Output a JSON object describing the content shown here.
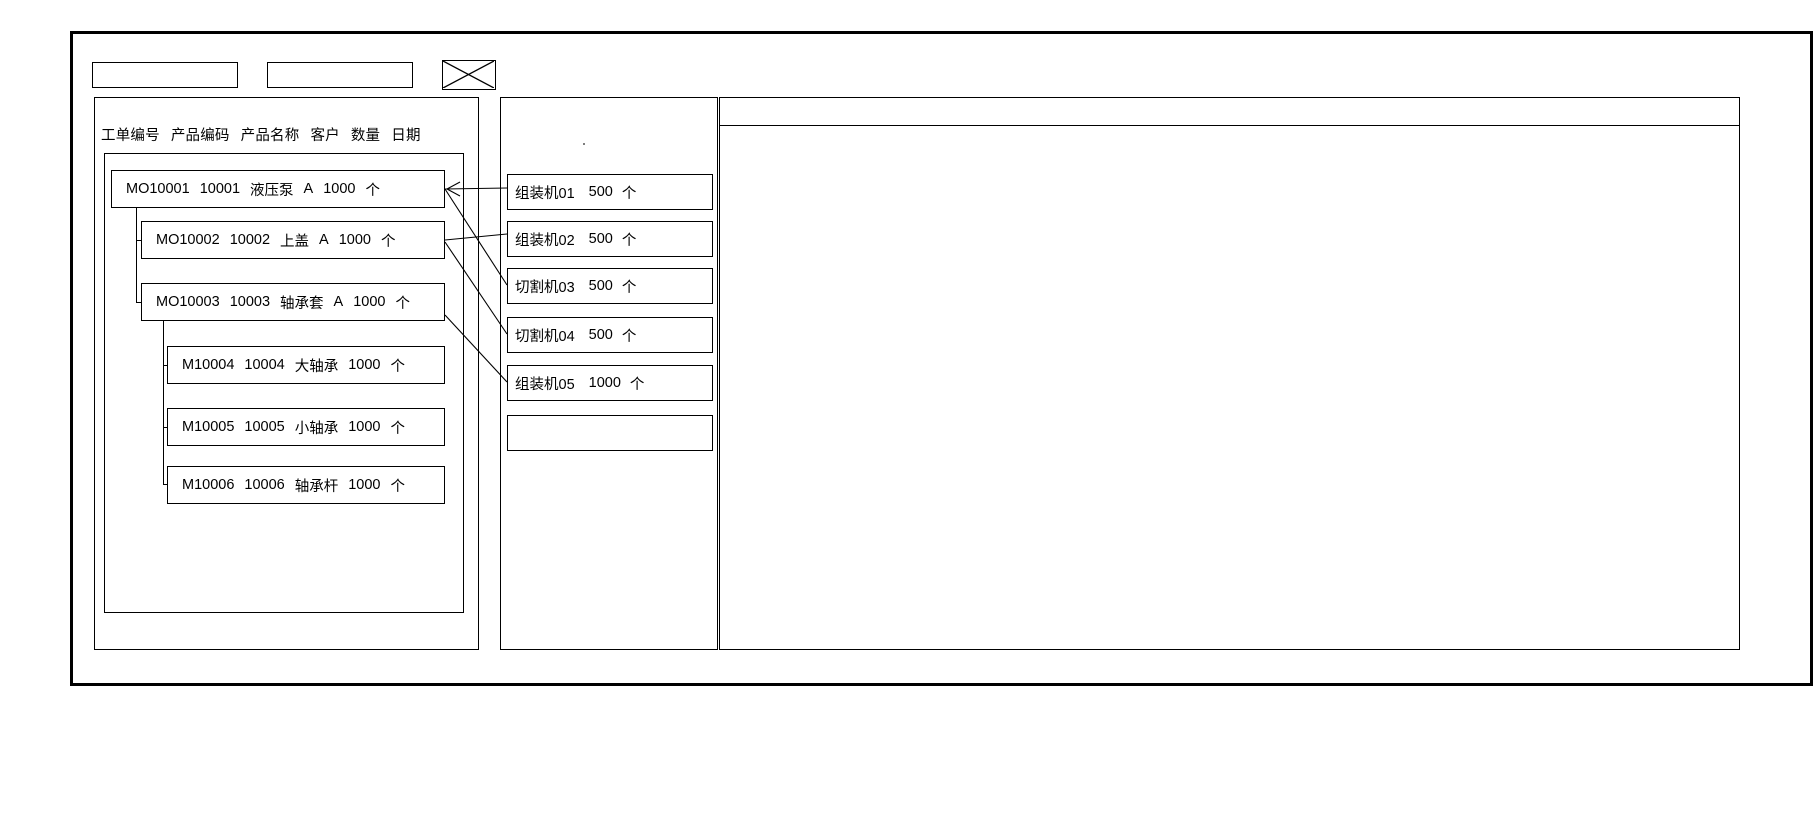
{
  "window": {
    "title": ""
  },
  "toolbar": {
    "field1_value": "",
    "field1_placeholder": "",
    "field2_value": "",
    "field2_placeholder": "",
    "image_placeholder_icon": "crossed-box-placeholder-icon"
  },
  "left_panel": {
    "columns": [
      "工单编号",
      "产品编码",
      "产品名称",
      "客户",
      "数量",
      "日期"
    ],
    "rows": [
      {
        "level": 0,
        "order_no": "MO10001",
        "product_code": "10001",
        "product_name": "液压泵",
        "customer": "A",
        "quantity": "1000",
        "unit": "个",
        "date": ""
      },
      {
        "level": 1,
        "order_no": "MO10002",
        "product_code": "10002",
        "product_name": "上盖",
        "customer": "A",
        "quantity": "1000",
        "unit": "个",
        "date": ""
      },
      {
        "level": 1,
        "order_no": "MO10003",
        "product_code": "10003",
        "product_name": "轴承套",
        "customer": "A",
        "quantity": "1000",
        "unit": "个",
        "date": ""
      },
      {
        "level": 2,
        "order_no": "M10004",
        "product_code": "10004",
        "product_name": "大轴承",
        "customer": "",
        "quantity": "1000",
        "unit": "个",
        "date": ""
      },
      {
        "level": 2,
        "order_no": "M10005",
        "product_code": "10005",
        "product_name": "小轴承",
        "customer": "",
        "quantity": "1000",
        "unit": "个",
        "date": ""
      },
      {
        "level": 2,
        "order_no": "M10006",
        "product_code": "10006",
        "product_name": "轴承杆",
        "customer": "",
        "quantity": "1000",
        "unit": "个",
        "date": ""
      }
    ]
  },
  "middle_panel": {
    "machines": [
      {
        "name": "组装机01",
        "quantity": "500",
        "unit": "个"
      },
      {
        "name": "组装机02",
        "quantity": "500",
        "unit": "个"
      },
      {
        "name": "切割机03",
        "quantity": "500",
        "unit": "个"
      },
      {
        "name": "切割机04",
        "quantity": "500",
        "unit": "个"
      },
      {
        "name": "组装机05",
        "quantity": "1000",
        "unit": "个"
      },
      {
        "name": "",
        "quantity": "",
        "unit": ""
      }
    ]
  },
  "right_panel": {
    "header_text": "",
    "body_text": ""
  },
  "colors": {
    "line": "#000000",
    "background": "#ffffff"
  }
}
